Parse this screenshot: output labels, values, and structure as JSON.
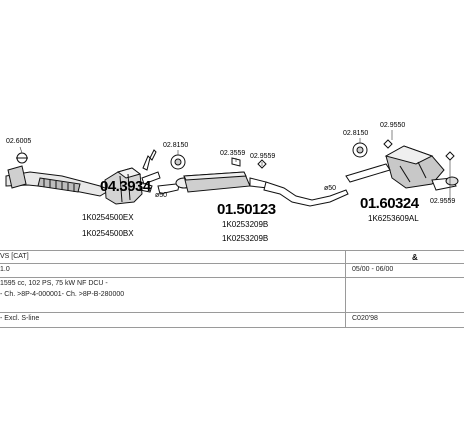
{
  "parts": [
    {
      "ref": "02.6005"
    },
    {
      "number": "04.3934",
      "oem": [
        "1K0254500EX",
        "1K0254500BX"
      ]
    },
    {
      "ref": "02.8150"
    },
    {
      "dim": "ø50"
    },
    {
      "ref": "02.3559"
    },
    {
      "ref": "02.9559"
    },
    {
      "number": "01.50123",
      "oem": [
        "1K0253209B",
        "1K0253209B"
      ]
    },
    {
      "dim": "ø50"
    },
    {
      "ref": "02.8150"
    },
    {
      "ref": "02.9550"
    },
    {
      "number": "01.60324",
      "oem": [
        "1K6253609AL"
      ]
    },
    {
      "ref": "02.9559"
    }
  ],
  "info": {
    "row1": {
      "left": "VS  [CAT]",
      "right": ""
    },
    "row2": {
      "left": "1.0",
      "right": "05/00 - 06/00"
    },
    "row3": {
      "left": "1595 cc, 102 PS, 75 kW NF DCU -",
      "right": ""
    },
    "row4": {
      "left": "- Ch. >8P-4-000001- Ch. >8P-B-280000",
      "right": ""
    },
    "row5": {
      "left": "- Excl. S-line",
      "right": "C020'98"
    }
  },
  "marker": "&"
}
